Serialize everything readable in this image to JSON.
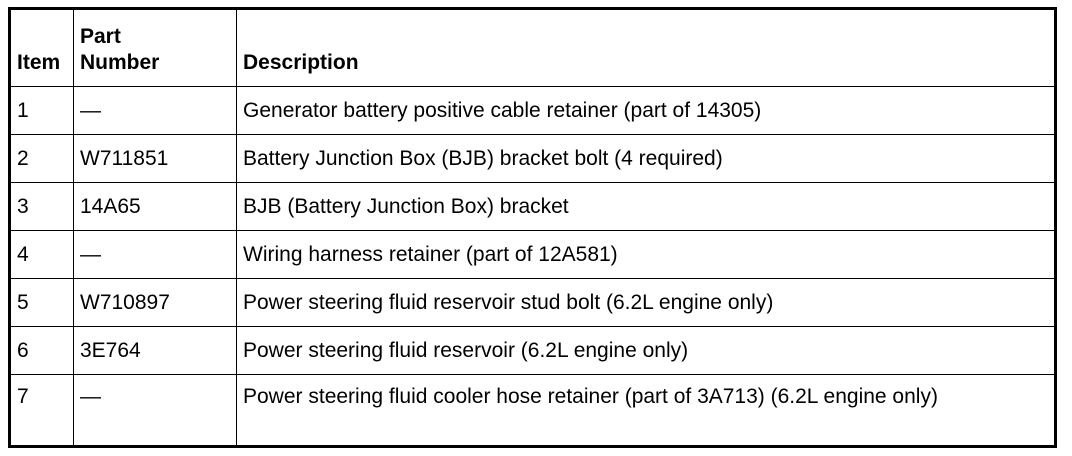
{
  "table": {
    "headers": {
      "item": "Item",
      "part_number_line1": "Part",
      "part_number_line2": "Number",
      "description": "Description"
    },
    "rows": [
      {
        "item": "1",
        "part_number": "—",
        "description": "Generator battery positive cable retainer (part of 14305)"
      },
      {
        "item": "2",
        "part_number": "W711851",
        "description": "Battery Junction Box (BJB) bracket bolt (4 required)"
      },
      {
        "item": "3",
        "part_number": "14A65",
        "description": "BJB (Battery Junction Box) bracket"
      },
      {
        "item": "4",
        "part_number": "—",
        "description": "Wiring harness retainer (part of 12A581)"
      },
      {
        "item": "5",
        "part_number": "W710897",
        "description": "Power steering fluid reservoir stud bolt (6.2L engine only)"
      },
      {
        "item": "6",
        "part_number": "3E764",
        "description": "Power steering fluid reservoir (6.2L engine only)"
      },
      {
        "item": "7",
        "part_number": "—",
        "description": "Power steering fluid cooler hose retainer (part of 3A713) (6.2L engine only)"
      }
    ]
  }
}
